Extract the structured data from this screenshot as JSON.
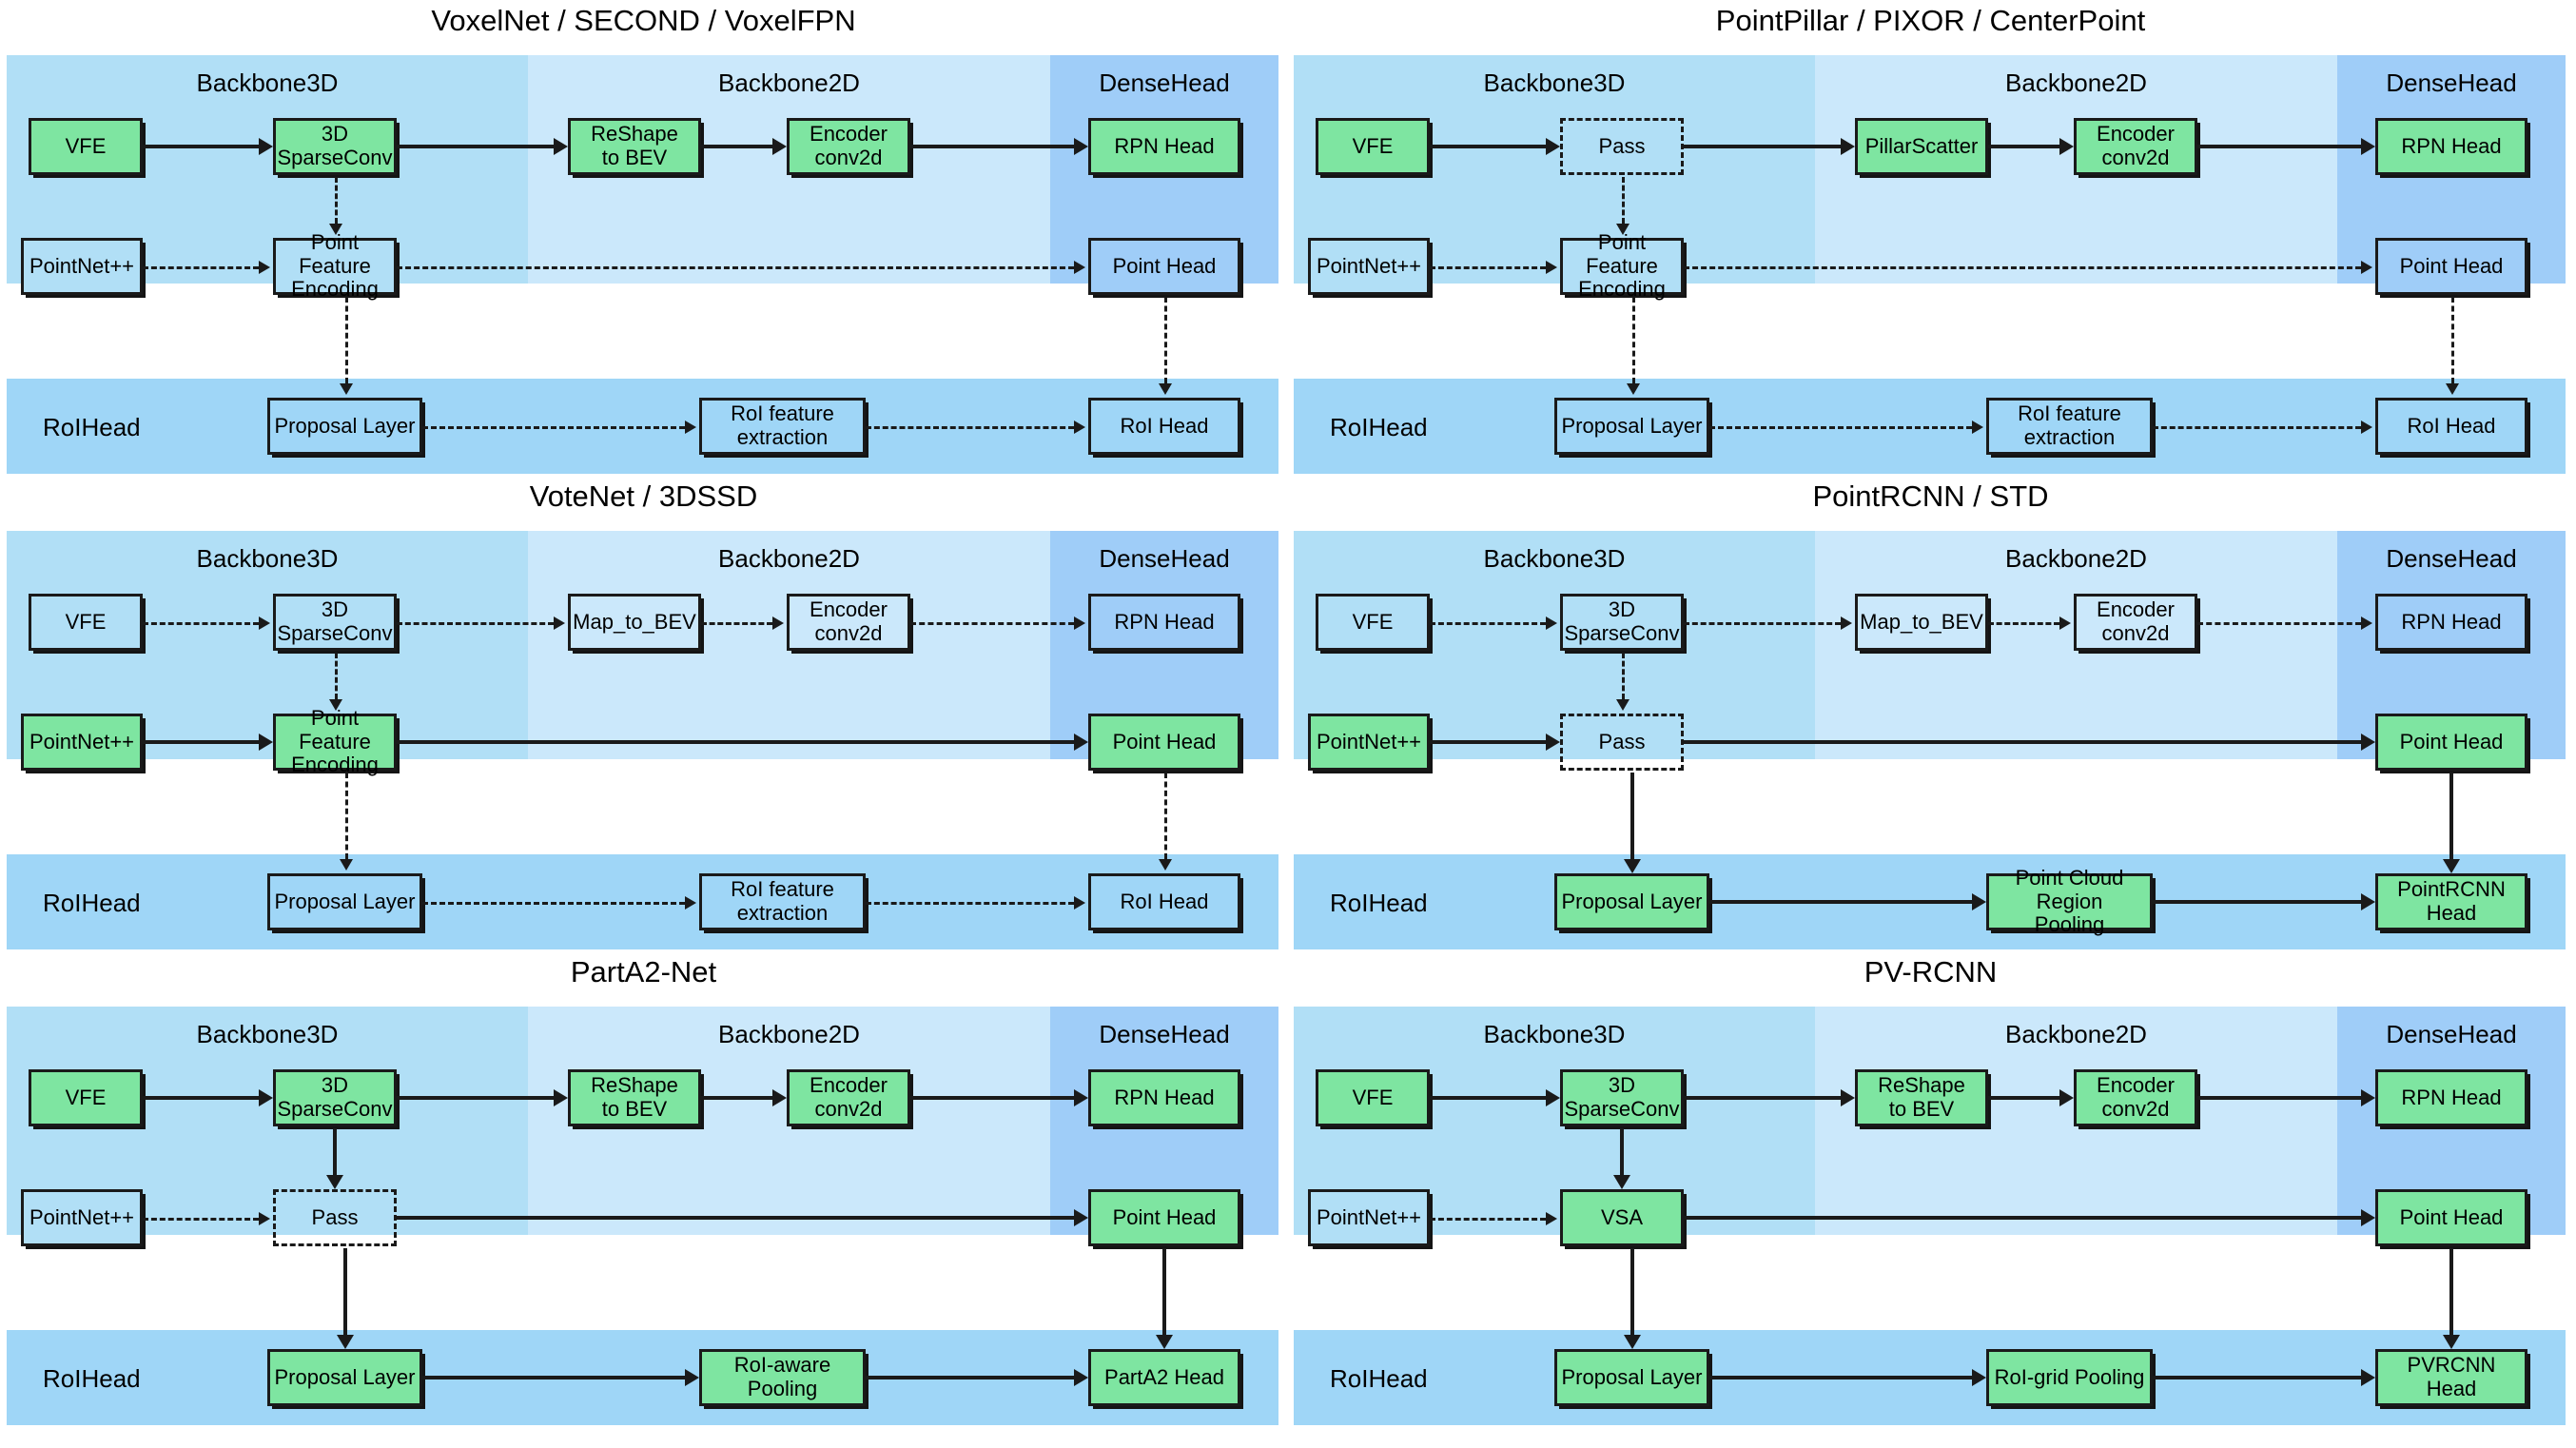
{
  "zone_labels": {
    "backbone3d": "Backbone3D",
    "backbone2d": "Backbone2D",
    "densehead": "DenseHead",
    "roihead": "RoIHead"
  },
  "panels": [
    {
      "id": "voxelnet",
      "title": "VoxelNet / SECOND / VoxelFPN",
      "boxes": {
        "vfe": "VFE",
        "sparseconv": "3D\nSparseConv",
        "tobev": "ReShape\nto BEV",
        "encoder": "Encoder\nconv2d",
        "rpnhead": "RPN Head",
        "pointnet": "PointNet++",
        "pfe": "Point Feature\nEncoding",
        "pointhead": "Point Head",
        "proposal": "Proposal Layer",
        "roifeat": "RoI feature extraction",
        "roihead_box": "RoI Head"
      }
    },
    {
      "id": "pointpillar",
      "title": "PointPillar / PIXOR / CenterPoint",
      "boxes": {
        "vfe": "VFE",
        "sparseconv": "Pass",
        "tobev": "PillarScatter",
        "encoder": "Encoder\nconv2d",
        "rpnhead": "RPN Head",
        "pointnet": "PointNet++",
        "pfe": "Point Feature\nEncoding",
        "pointhead": "Point Head",
        "proposal": "Proposal Layer",
        "roifeat": "RoI feature extraction",
        "roihead_box": "RoI Head"
      }
    },
    {
      "id": "votenet",
      "title": "VoteNet / 3DSSD",
      "boxes": {
        "vfe": "VFE",
        "sparseconv": "3D\nSparseConv",
        "tobev": "Map_to_BEV",
        "encoder": "Encoder\nconv2d",
        "rpnhead": "RPN Head",
        "pointnet": "PointNet++",
        "pfe": "Point Feature\nEncoding",
        "pointhead": "Point Head",
        "proposal": "Proposal Layer",
        "roifeat": "RoI feature extraction",
        "roihead_box": "RoI Head"
      }
    },
    {
      "id": "pointrcnn",
      "title": "PointRCNN / STD",
      "boxes": {
        "vfe": "VFE",
        "sparseconv": "3D\nSparseConv",
        "tobev": "Map_to_BEV",
        "encoder": "Encoder\nconv2d",
        "rpnhead": "RPN Head",
        "pointnet": "PointNet++",
        "pfe": "Pass",
        "pointhead": "Point Head",
        "proposal": "Proposal Layer",
        "roifeat": "Point Cloud Region\nPooling",
        "roihead_box": "PointRCNN\nHead"
      }
    },
    {
      "id": "parta2",
      "title": "PartA2-Net",
      "boxes": {
        "vfe": "VFE",
        "sparseconv": "3D\nSparseConv",
        "tobev": "ReShape\nto BEV",
        "encoder": "Encoder\nconv2d",
        "rpnhead": "RPN Head",
        "pointnet": "PointNet++",
        "pfe": "Pass",
        "pointhead": "Point Head",
        "proposal": "Proposal Layer",
        "roifeat": "RoI-aware Pooling",
        "roihead_box": "PartA2 Head"
      }
    },
    {
      "id": "pvrcnn",
      "title": "PV-RCNN",
      "boxes": {
        "vfe": "VFE",
        "sparseconv": "3D\nSparseConv",
        "tobev": "ReShape\nto BEV",
        "encoder": "Encoder\nconv2d",
        "rpnhead": "RPN Head",
        "pointnet": "PointNet++",
        "pfe": "VSA",
        "pointhead": "Point Head",
        "proposal": "Proposal Layer",
        "roifeat": "RoI-grid Pooling",
        "roihead_box": "PVRCNN\nHead"
      }
    }
  ],
  "colors": {
    "active_green": "#7ee5a1",
    "backbone3d_bg": "#b1dff6",
    "backbone2d_bg": "#cbe8fb",
    "densehead_bg": "#9fcdf8",
    "roihead_bg": "#9fd6f7",
    "stroke": "#1a1a1a"
  }
}
